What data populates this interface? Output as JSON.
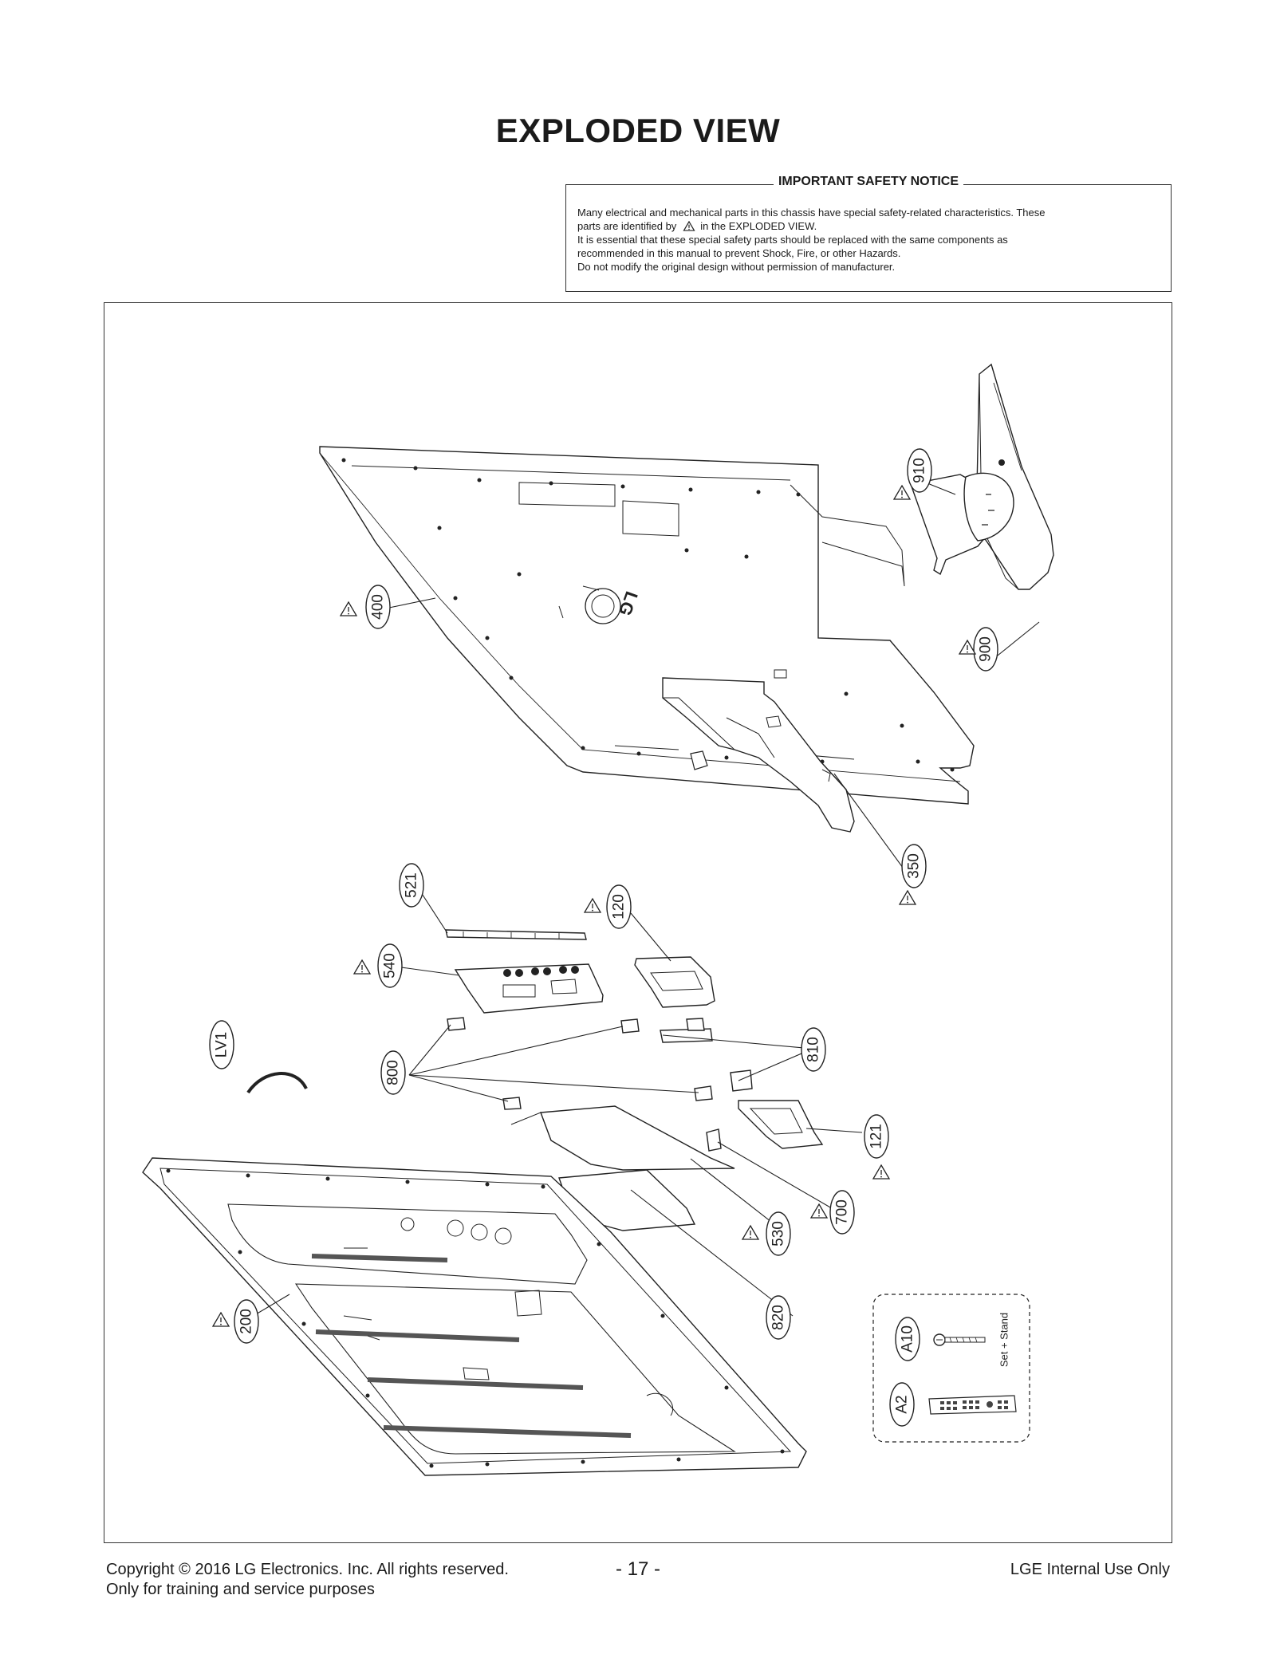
{
  "title": "EXPLODED VIEW",
  "notice": {
    "title": "IMPORTANT SAFETY NOTICE",
    "line1": "Many electrical and mechanical parts in this chassis have special safety-related characteristics. These",
    "line2_before": "parts are identified by",
    "line2_after": "in the EXPLODED VIEW.",
    "line3": "It is essential that these special safety parts should be replaced with the same components as",
    "line4": "recommended in this manual to prevent Shock, Fire, or other Hazards.",
    "line5": "Do not modify the original design without permission of manufacturer."
  },
  "parts": {
    "p910": "910",
    "p900": "900",
    "p400": "400",
    "p350": "350",
    "p521": "521",
    "p120": "120",
    "p540": "540",
    "lv1": "LV1",
    "p800": "800",
    "p810": "810",
    "p121": "121",
    "p700": "700",
    "p530": "530",
    "p820": "820",
    "p200": "200",
    "a10": "A10",
    "a2": "A2"
  },
  "accessory_note": "Set + Stand",
  "logo_text": "LG",
  "footer": {
    "copyright": "Copyright  © 2016 LG Electronics. Inc. All rights reserved.",
    "purpose": "Only for training and service purposes",
    "page": "- 17 -",
    "internal": "LGE Internal Use Only"
  }
}
